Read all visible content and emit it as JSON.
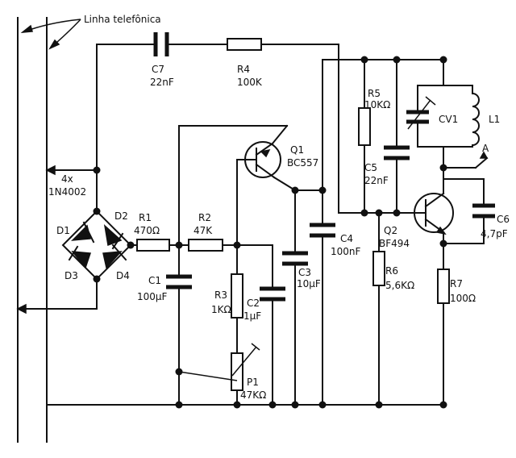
{
  "labels": {
    "phone_line": "Linha telefônica",
    "bridge_count": "4x",
    "bridge_part": "1N4002",
    "d1": "D1",
    "d2": "D2",
    "d3": "D3",
    "d4": "D4",
    "c7_name": "C7",
    "c7_value": "22nF",
    "r4_name": "R4",
    "r4_value": "100K",
    "r1_name": "R1",
    "r1_value": "470Ω",
    "r2_name": "R2",
    "r2_value": "47K",
    "c1_name": "C1",
    "c1_value": "100µF",
    "r3_name": "R3",
    "r3_value": "1KΩ",
    "c2_name": "C2",
    "c2_value": "1µF",
    "p1_name": "P1",
    "p1_value": "47KΩ",
    "q1_name": "Q1",
    "q1_part": "BC557",
    "c3_name": "C3",
    "c3_value": "10µF",
    "c4_name": "C4",
    "c4_value": "100nF",
    "r5_name": "R5",
    "r5_value": "10KΩ",
    "c5_name": "C5",
    "c5_value": "22nF",
    "cv1_name": "CV1",
    "l1_name": "L1",
    "antenna_label": "A",
    "q2_name": "Q2",
    "q2_part": "BF494",
    "c6_name": "C6",
    "c6_value": "4,7pF",
    "r6_name": "R6",
    "r6_value": "5,6KΩ",
    "r7_name": "R7",
    "r7_value": "100Ω"
  }
}
